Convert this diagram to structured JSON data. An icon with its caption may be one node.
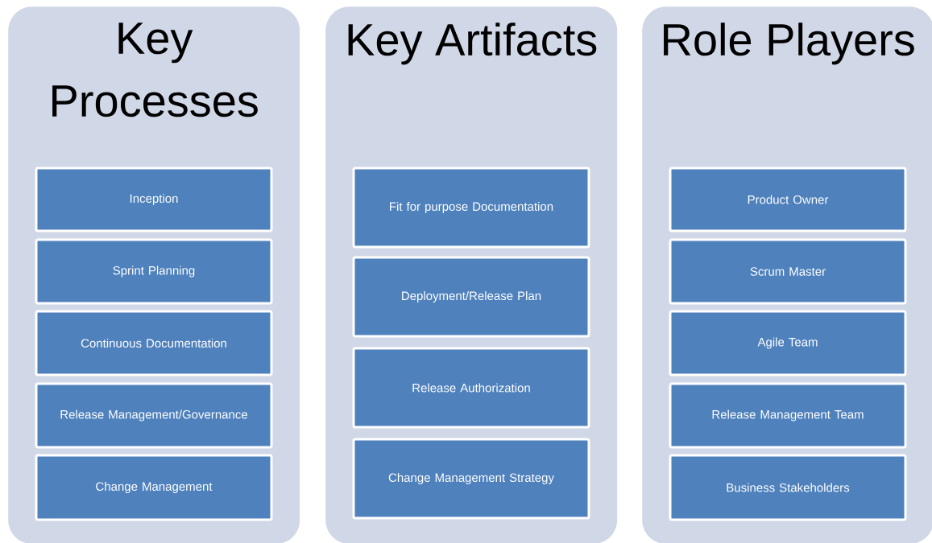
{
  "diagram": {
    "nodes": [
      {
        "text": [
          "Key Processes"
        ]
      },
      {
        "text": [
          "Inception"
        ],
        "in": 0
      },
      {
        "text": [
          "Sprint Planning"
        ],
        "in": 0
      },
      {
        "text": [
          "Continuous Documentation"
        ],
        "in": 0
      },
      {
        "text": [
          "Release Management/Governance"
        ],
        "in": 0
      },
      {
        "text": [
          "Change Management"
        ],
        "in": 0
      },
      {
        "text": [
          "Key Artifacts"
        ]
      },
      {
        "text": [
          "Fit for purpose Documentation"
        ],
        "in": 6
      },
      {
        "text": [
          "Deployment/Release Plan"
        ],
        "in": 6
      },
      {
        "text": [
          "Release Authorization"
        ],
        "in": 6
      },
      {
        "text": [
          "Change Management Strategy"
        ],
        "in": 6
      },
      {
        "text": [
          "Role Players"
        ]
      },
      {
        "text": [
          "Product Owner"
        ],
        "in": 11
      },
      {
        "text": [
          "Scrum Master"
        ],
        "in": 11
      },
      {
        "text": [
          "Agile Team"
        ],
        "in": 11
      },
      {
        "text": [
          "Release Management Team"
        ],
        "in": 11
      },
      {
        "text": [
          "Business Stakeholders"
        ],
        "in": 11
      }
    ],
    "edges": []
  }
}
